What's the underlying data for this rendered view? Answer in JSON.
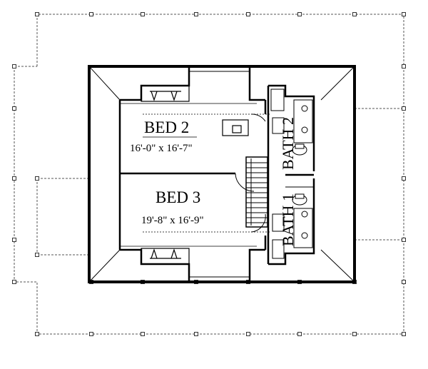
{
  "plan": {
    "rooms": [
      {
        "name": "BED 2",
        "dimensions": "16'-0\" x 16'-7\""
      },
      {
        "name": "BED 3",
        "dimensions": "19'-8\" x 16'-9\""
      }
    ],
    "baths": [
      "BATH 2",
      "BATH 1"
    ]
  }
}
